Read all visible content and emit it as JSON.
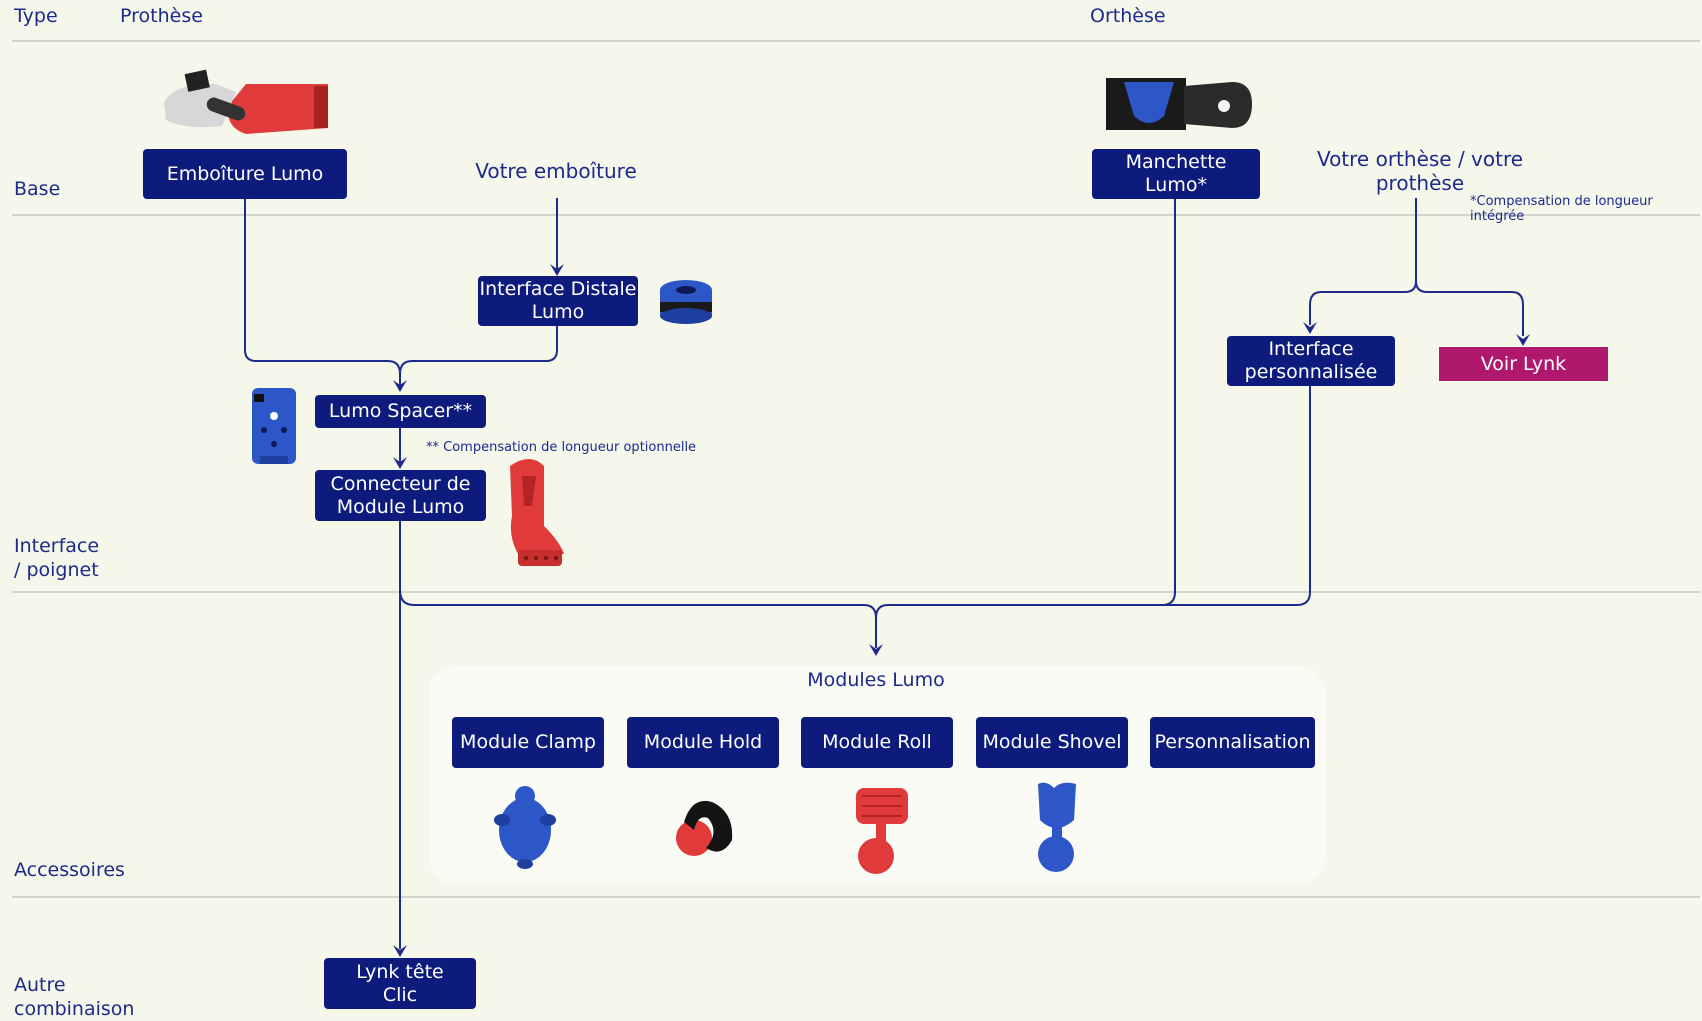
{
  "header": {
    "type_label": "Type",
    "prothese_label": "Prothèse",
    "orthese_label": "Orthèse"
  },
  "rows": {
    "base": "Base",
    "interface": "Interface\n/ poignet",
    "accessoires": "Accessoires",
    "autre": "Autre\ncombinaison"
  },
  "nodes": {
    "emboiture_lumo": "Emboîture Lumo",
    "votre_emboiture": "Votre emboîture",
    "manchette_lumo": "Manchette Lumo*",
    "votre_orthese": "Votre orthèse / votre\nprothèse",
    "interface_distale": "Interface Distale\nLumo",
    "interface_perso": "Interface\npersonnalisée",
    "voir_lynk": "Voir Lynk",
    "lumo_spacer": "Lumo Spacer**",
    "connecteur": "Connecteur de\nModule Lumo",
    "modules_lumo": "Modules Lumo",
    "lynk": "Lynk tête\nClic"
  },
  "modules": [
    "Module Clamp",
    "Module Hold",
    "Module Roll",
    "Module Shovel",
    "Personnalisation"
  ],
  "notes": {
    "compensation_integree": "*Compensation de longueur intégrée",
    "compensation_optionnelle": "** Compensation de longueur optionnelle"
  },
  "colors": {
    "background": "#f5f7ea",
    "box": "#0c1b7c",
    "accent_pink": "#b0186d",
    "line": "#1d2a8c",
    "product_blue": "#2d56c8",
    "product_red": "#e03a3a"
  }
}
